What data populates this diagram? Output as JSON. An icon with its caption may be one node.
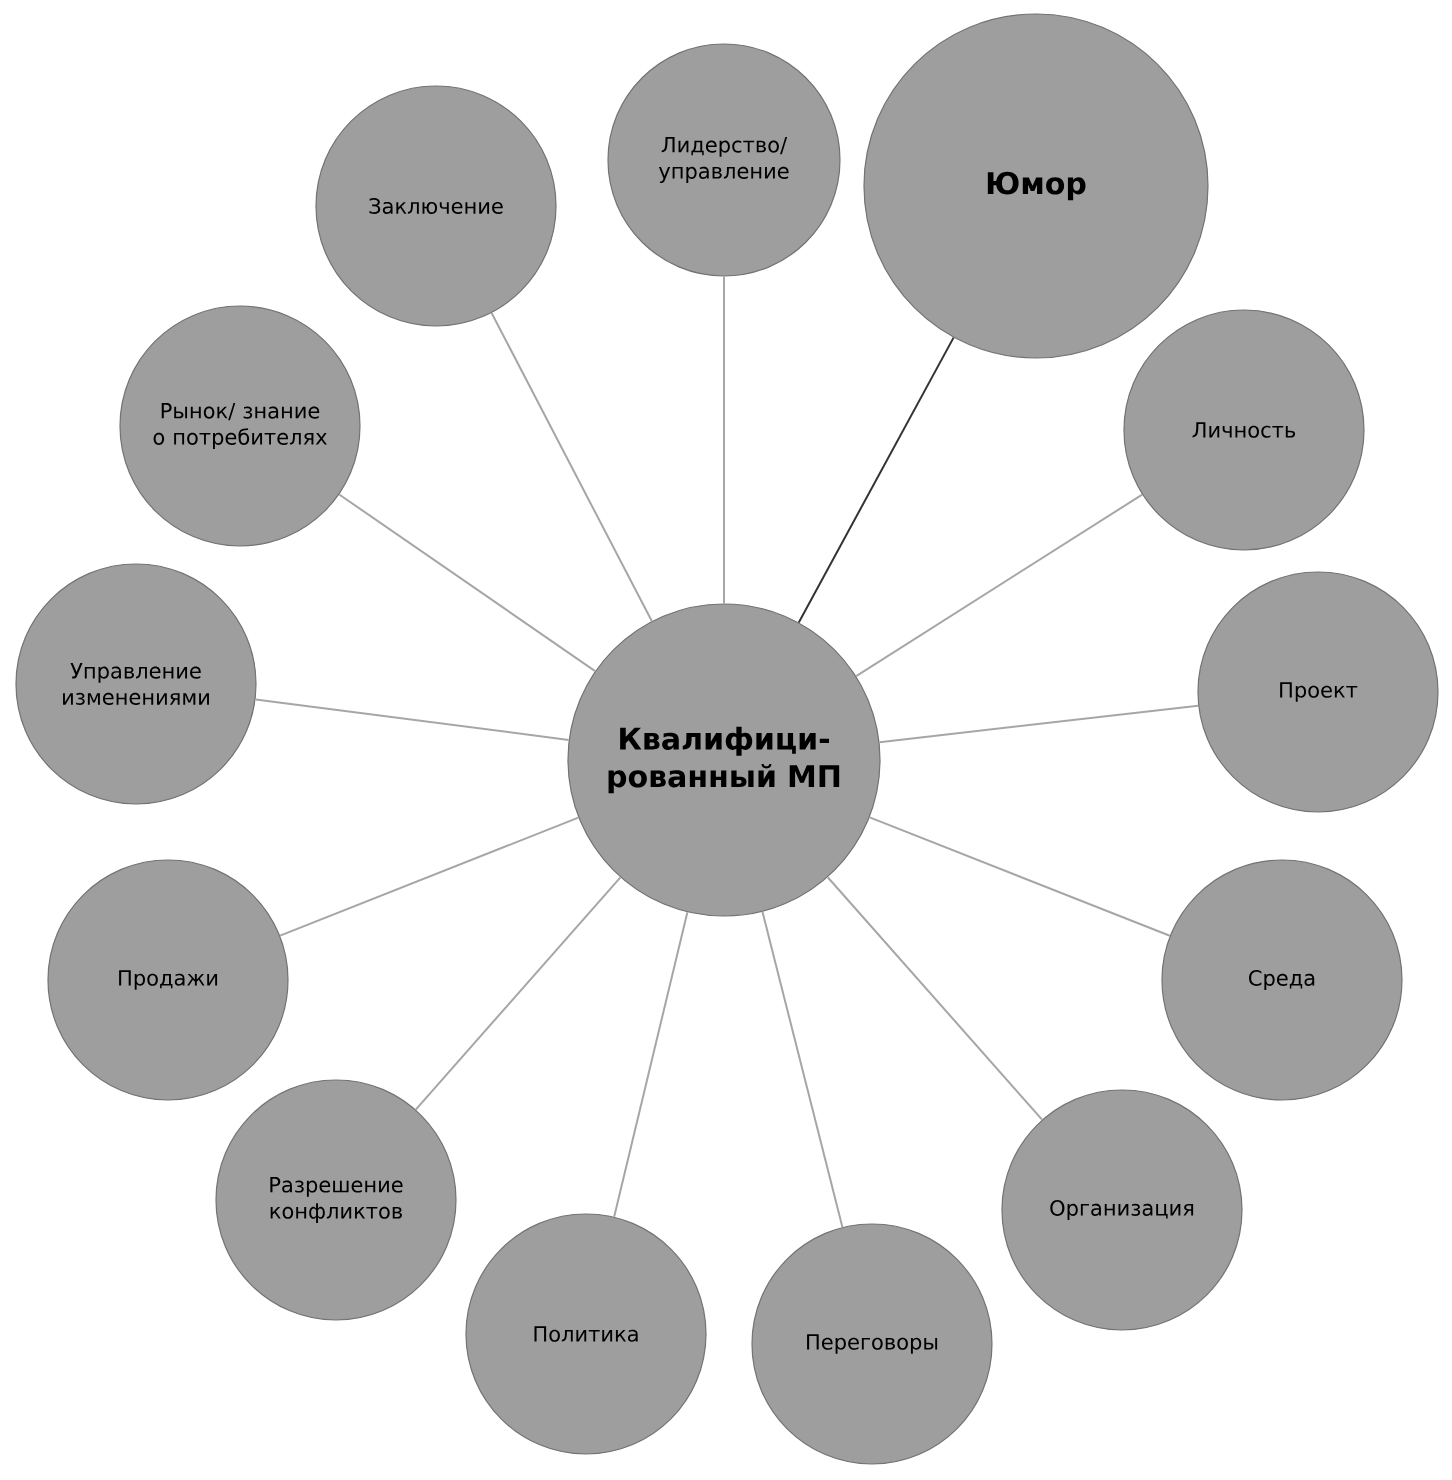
{
  "diagram": {
    "nodes": [
      {
        "text": [
          "Квалифици- рованный МП"
        ]
      },
      {
        "text": [
          "Юмор"
        ]
      },
      {
        "text": [
          "Лидерство/ управление"
        ]
      },
      {
        "text": [
          "Заключение"
        ]
      },
      {
        "text": [
          "Рынок/ знание о потребителях"
        ]
      },
      {
        "text": [
          "Управление изменениями"
        ]
      },
      {
        "text": [
          "Продажи"
        ]
      },
      {
        "text": [
          "Разрешение конфликтов"
        ]
      },
      {
        "text": [
          "Политика"
        ]
      },
      {
        "text": [
          "Переговоры"
        ]
      },
      {
        "text": [
          "Организация"
        ]
      },
      {
        "text": [
          "Среда"
        ]
      },
      {
        "text": [
          "Проект"
        ]
      },
      {
        "text": [
          "Личность"
        ]
      }
    ],
    "edges": [
      {
        "from": 0,
        "to": 1,
        "arrow": "none",
        "color": "#333333"
      },
      {
        "from": 0,
        "to": 2,
        "arrow": "none"
      },
      {
        "from": 0,
        "to": 3,
        "arrow": "none"
      },
      {
        "from": 0,
        "to": 4,
        "arrow": "none"
      },
      {
        "from": 0,
        "to": 5,
        "arrow": "none"
      },
      {
        "from": 0,
        "to": 6,
        "arrow": "none"
      },
      {
        "from": 0,
        "to": 7,
        "arrow": "none"
      },
      {
        "from": 0,
        "to": 8,
        "arrow": "none"
      },
      {
        "from": 0,
        "to": 9,
        "arrow": "none"
      },
      {
        "from": 0,
        "to": 10,
        "arrow": "none"
      },
      {
        "from": 0,
        "to": 11,
        "arrow": "none"
      },
      {
        "from": 0,
        "to": 12,
        "arrow": "none"
      },
      {
        "from": 0,
        "to": 13,
        "arrow": "none"
      }
    ]
  }
}
